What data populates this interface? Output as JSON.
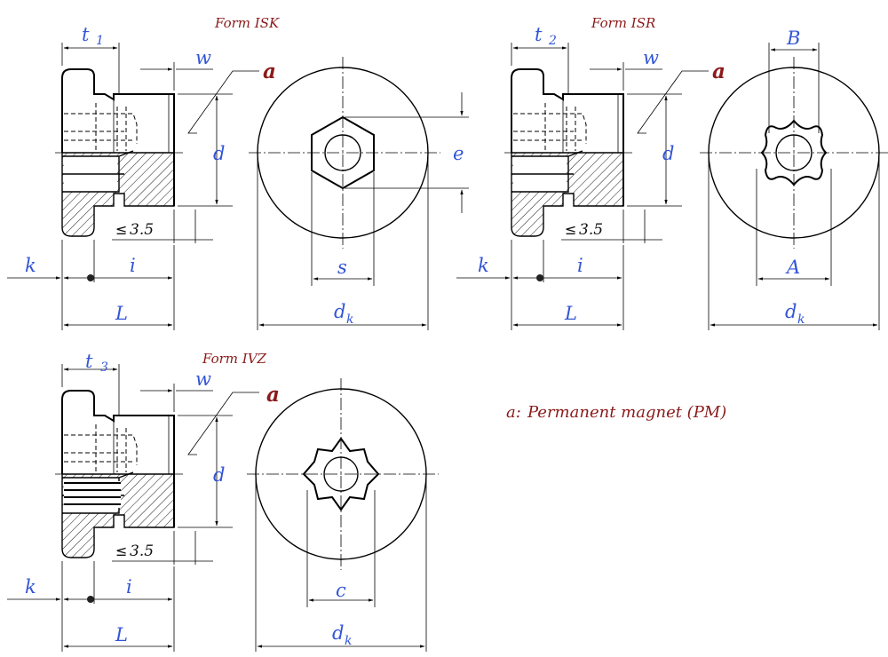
{
  "forms": [
    {
      "title": "Form ISK",
      "t": "t",
      "t_sub": "1",
      "w": "w",
      "a": "a",
      "d": "d",
      "k": "k",
      "i": "i",
      "L": "L",
      "le": "≤",
      "le_val": "3.5",
      "head": {
        "left": "e",
        "bottom": "s",
        "dk": "d",
        "dk_sub": "k"
      }
    },
    {
      "title": "Form ISR",
      "t": "t",
      "t_sub": "2",
      "w": "w",
      "a": "a",
      "d": "d",
      "k": "k",
      "i": "i",
      "L": "L",
      "le": "≤",
      "le_val": "3.5",
      "head": {
        "top": "B",
        "bottom": "A",
        "dk": "d",
        "dk_sub": "k"
      }
    },
    {
      "title": "Form IVZ",
      "t": "t",
      "t_sub": "3",
      "w": "w",
      "a": "a",
      "d": "d",
      "k": "k",
      "i": "i",
      "L": "L",
      "le": "≤",
      "le_val": "3.5",
      "head": {
        "bottom": "c",
        "dk": "d",
        "dk_sub": "k"
      }
    }
  ],
  "note": {
    "key": "a:",
    "text": "Permanent magnet (PM)"
  },
  "colors": {
    "dimension": "#3355d6",
    "title": "#8b1a1a",
    "line": "#000000"
  }
}
